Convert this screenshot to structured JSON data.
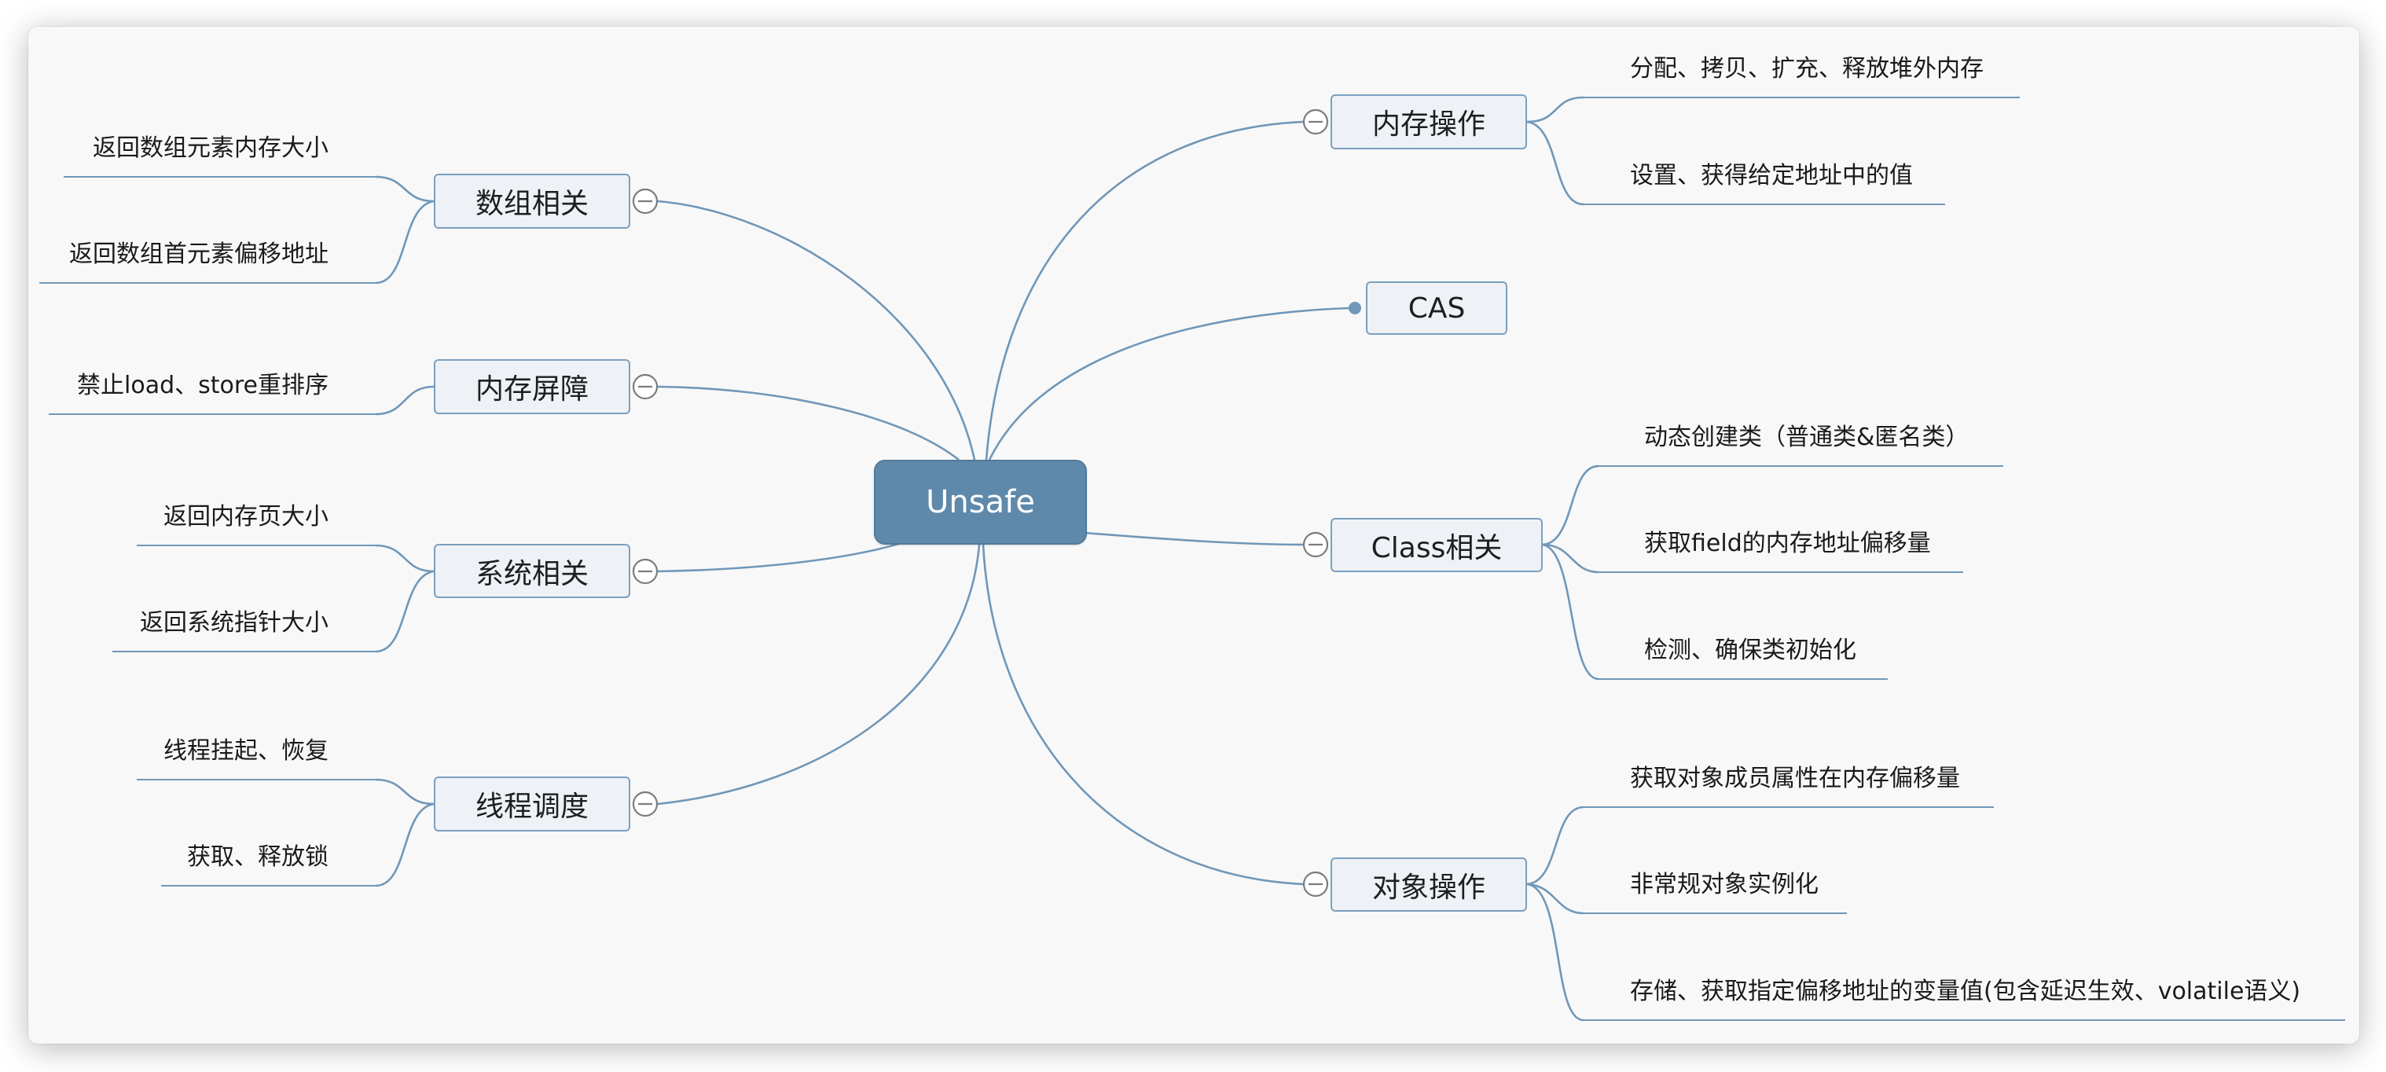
{
  "center": {
    "label": "Unsafe"
  },
  "branches": {
    "right": [
      {
        "label": "内存操作",
        "leaves": [
          "分配、拷贝、扩充、释放堆外内存",
          "设置、获得给定地址中的值"
        ]
      },
      {
        "label": "CAS"
      },
      {
        "label": "Class相关",
        "leaves": [
          "动态创建类（普通类&匿名类）",
          "获取field的内存地址偏移量",
          "检测、确保类初始化"
        ]
      },
      {
        "label": "对象操作",
        "leaves": [
          "获取对象成员属性在内存偏移量",
          "非常规对象实例化",
          "存储、获取指定偏移地址的变量值(包含延迟生效、volatile语义)"
        ]
      }
    ],
    "left": [
      {
        "label": "数组相关",
        "leaves": [
          "返回数组元素内存大小",
          "返回数组首元素偏移地址"
        ]
      },
      {
        "label": "内存屏障",
        "leaves": [
          "禁止load、store重排序"
        ]
      },
      {
        "label": "系统相关",
        "leaves": [
          "返回内存页大小",
          "返回系统指针大小"
        ]
      },
      {
        "label": "线程调度",
        "leaves": [
          "线程挂起、恢复",
          "获取、释放锁"
        ]
      }
    ]
  },
  "icons": {
    "collapse": "collapse-minus-icon",
    "attach": "connector-dot-icon"
  },
  "colors": {
    "line": "#7097b8",
    "central_fill": "#5f89ab",
    "topic_fill": "#eef2f6",
    "topic_border": "#7b9fbf",
    "panel_bg": "#f8f8f8"
  }
}
